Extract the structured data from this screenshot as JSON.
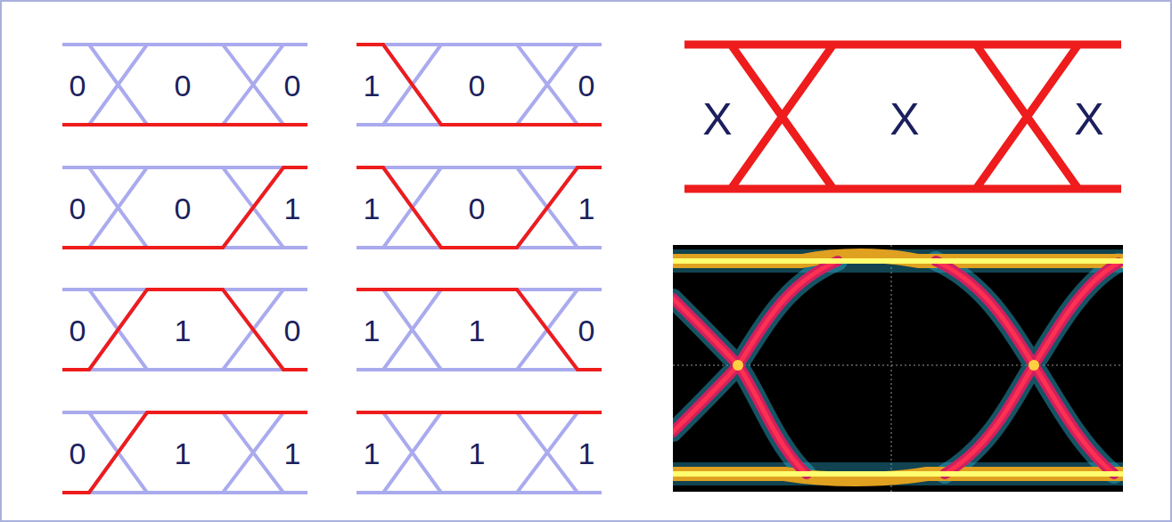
{
  "diagram": {
    "labels": [
      "0",
      "0",
      "0",
      "1",
      "0",
      "0",
      "0",
      "0",
      "1",
      "1",
      "0",
      "1",
      "0",
      "1",
      "0",
      "1",
      "1",
      "0",
      "0",
      "1",
      "1",
      "1",
      "1",
      "1",
      "X",
      "X",
      "X"
    ]
  }
}
